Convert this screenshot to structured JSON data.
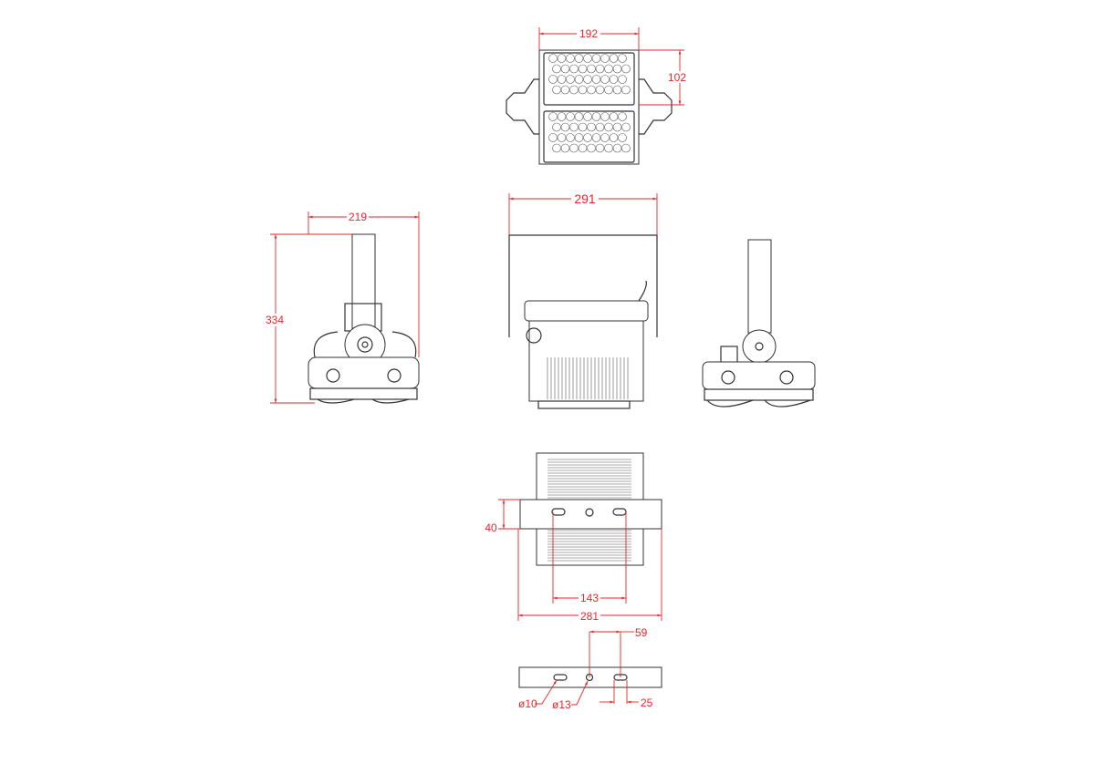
{
  "colors": {
    "outline": "#333333",
    "dimension": "#e8262b",
    "background": "#ffffff"
  },
  "dimensions": {
    "top_width": "192",
    "top_module_height": "102",
    "front_width": "291",
    "side_width": "219",
    "side_height": "334",
    "bracket_offset": "40",
    "hole_spacing": "143",
    "bottom_width": "281",
    "slot_spacing": "59",
    "slot_hole_dia": "ø10",
    "center_hole_dia": "ø13",
    "slot_length": "25"
  }
}
